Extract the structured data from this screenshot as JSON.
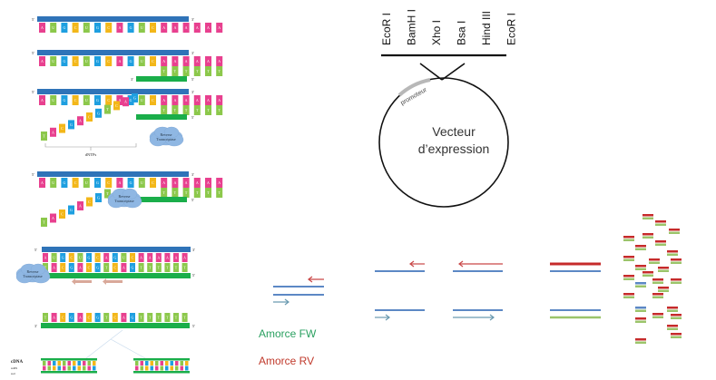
{
  "colors": {
    "A": "#e8408f",
    "U": "#8cc84b",
    "G": "#1e9fe0",
    "C": "#f3b719",
    "T": "#8cc84b",
    "rna_backbone": "#2f73b8",
    "cdna_backbone": "#1aae4a",
    "enzyme": "#8fb7e3",
    "primer_arrow": "#d9a99a",
    "red": "#c62b2b",
    "blue": "#5c88c5",
    "green": "#9bc46a",
    "fw_arrow": "#6a9ab0",
    "rv_arrow": "#c94848",
    "promoter": "#b8b8b8"
  },
  "rt": {
    "mrna_seq": [
      "A",
      "U",
      "G",
      "C",
      "U",
      "G",
      "C",
      "A",
      "G",
      "U",
      "C",
      "A",
      "A",
      "A",
      "A",
      "A",
      "A"
    ],
    "cdna_seq": [
      "T",
      "A",
      "C",
      "G",
      "A",
      "C",
      "G",
      "T",
      "C",
      "A",
      "G",
      "T",
      "T",
      "T",
      "T",
      "T",
      "T"
    ],
    "oligo_dt": [
      "T",
      "T",
      "T",
      "T",
      "T",
      "T"
    ],
    "five_prime": "5'",
    "three_prime": "3'",
    "enzyme_label_1": "Reverse",
    "enzyme_label_2": "Transcriptase",
    "dntps_label": "dNTPs",
    "cdna_label": "cDNA",
    "cdna_sub1": "ssDS",
    "cdna_sub2": "ssd"
  },
  "vector": {
    "sites": [
      "EcoR I",
      "BamH I",
      "Xho I",
      "Bsa I",
      "Hind III",
      "EcoR I"
    ],
    "promoter_label": "promoteur",
    "title_line1": "Vecteur",
    "title_line2": "d’expression"
  },
  "pcr": {
    "fw_label": "Amorce FW",
    "rv_label": "Amorce RV"
  }
}
